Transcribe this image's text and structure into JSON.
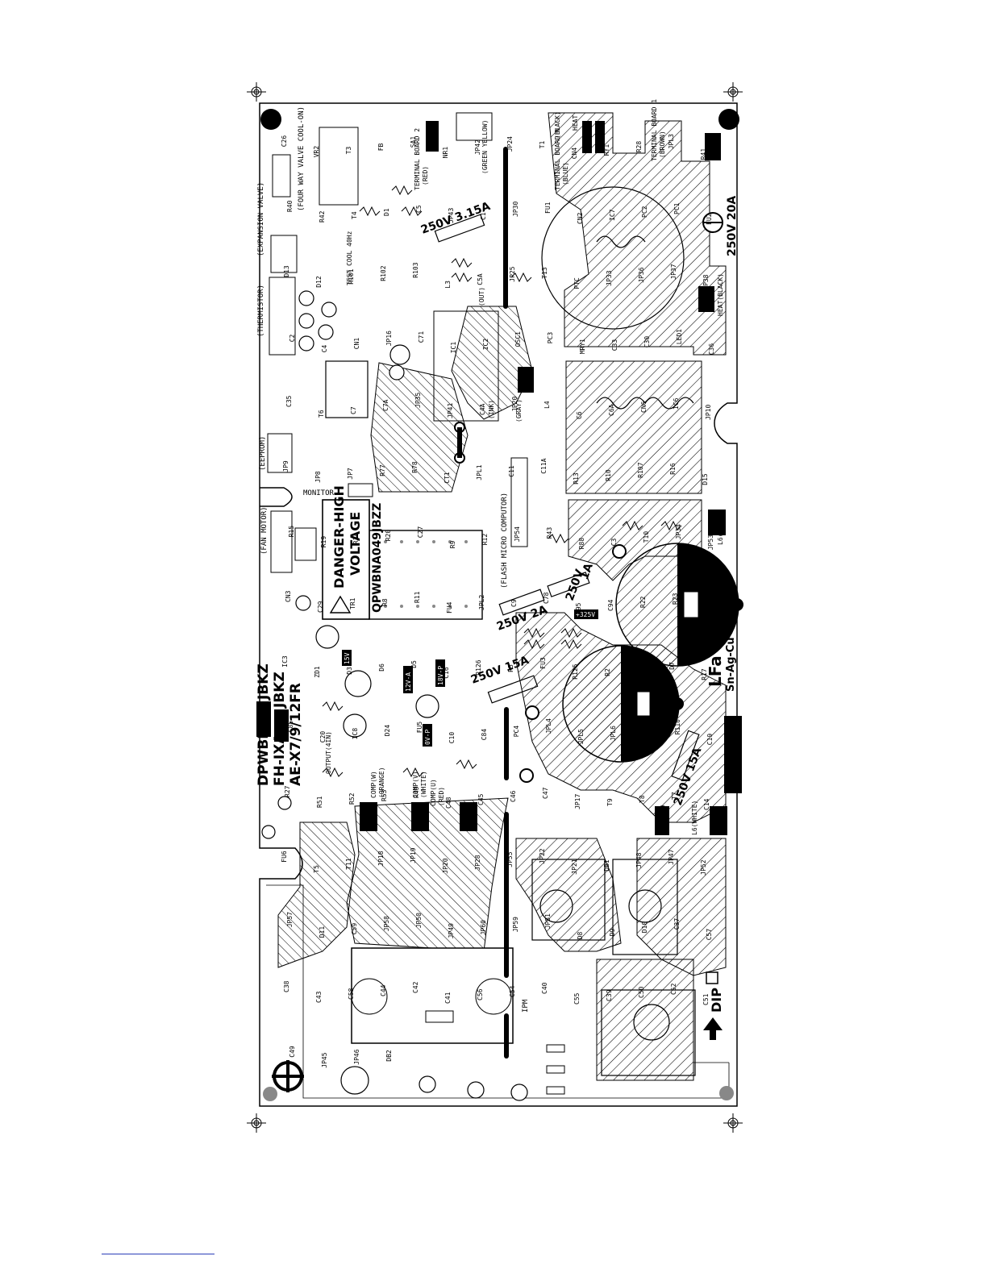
{
  "board": {
    "model_lines": [
      "DPWBFA",
      "FH-IXA",
      "AE-X7/9/12FR"
    ],
    "part_suffixes": [
      "JBKZ",
      "JBKZ"
    ],
    "part_number": "QPWBNA049JBZZ",
    "warning_line1": "DANGER-HIGH",
    "warning_line2": "VOLTAGE",
    "lead_free_mark": "LFa",
    "lead_free_alloy": "Sn-Ag-Cu",
    "dip_label": "DIP",
    "ipm_label": "IPM",
    "ratings": {
      "fu1": "250V 20A",
      "fu2": "250V 3.15A",
      "fu3": "250V 2A",
      "fu4a": "250V",
      "fu4b": "1A",
      "fu5": "250V 15A",
      "fu6": "250V 15A"
    },
    "voltage_tags": {
      "v325": "+325V",
      "v18": "18V-P",
      "v12": "12V-A",
      "v0": "0V-P",
      "v15": "15V"
    },
    "connectors": {
      "four_way_valve": "(FOUR WAY VALVE COOL-ON)",
      "expansion_valve": "(EXPANSION VALVE)",
      "thermistor": "(THERMISTOR)",
      "eeprom": "(EEPROM)",
      "fan_motor": "(FAN MOTOR)",
      "monitor": "MONITOR",
      "flash_micro": "(FLASH MICRO COMPUTOR)",
      "test_cool": "TEST COOL 40Hz",
      "output": "OUTPUT(4IN)",
      "comp_w": "COMP(W)",
      "comp_w_color": "(ORANGE)",
      "comp_v": "COMP(V)",
      "comp_v_color": "(WHITE)",
      "comp_u": "COMP(U)",
      "comp_u_color": "(RED)",
      "terminal2": "TERMINAL BOARD 2",
      "terminal2_color": "(RED)",
      "terminal_n": "TERMINAL BOARD N",
      "terminal_n_color": "(BLUE)",
      "terminal1": "TERMINAL BOARD 1",
      "terminal1_color": "(BROWN)",
      "green_yellow": "(GREEN YELLOW)",
      "black": "(BLACK)",
      "heat_top": "HEAT",
      "heat_black": "HEAT(BLACK)",
      "l6_white": "L6(WHITE)",
      "l6_white_b": "L6(WHITE)",
      "l5_gray": "L5(GRAY)",
      "gray": "(GRAY)",
      "ink": "(INK)",
      "out": "(OUT)"
    },
    "components": [
      "C26",
      "VR2",
      "T3",
      "FB",
      "SA1",
      "NR1",
      "JP42",
      "JP24",
      "T1",
      "CN4",
      "RY1",
      "R28",
      "JPL3",
      "R41",
      "R40",
      "R42",
      "T4",
      "D1",
      "C5",
      "JP43",
      "C1",
      "JP30",
      "FU1",
      "CN2",
      "IC7",
      "PC2",
      "PC1",
      "FU2",
      "D13",
      "D12",
      "R101",
      "R102",
      "R103",
      "L3",
      "C5A",
      "JP25",
      "T13",
      "PTC",
      "JP33",
      "JP36",
      "JP37",
      "JP38",
      "C2",
      "C4",
      "CN1",
      "JP16",
      "C71",
      "IC1",
      "IC2",
      "OSC1",
      "PC3",
      "MRY1",
      "C33",
      "C30",
      "LED1",
      "C36",
      "C35",
      "T6",
      "C7",
      "C7A",
      "JP35",
      "JP41",
      "C4A",
      "JP20",
      "L4",
      "C6",
      "C6A",
      "CN6",
      "IC6",
      "JP10",
      "JP9",
      "JP8",
      "JP7",
      "R77",
      "R78",
      "CT1",
      "JPL1",
      "C11",
      "C11A",
      "R13",
      "R10",
      "R107",
      "R16",
      "D15",
      "R15",
      "R19",
      "R14",
      "R20",
      "C27",
      "R9",
      "R12",
      "JP54",
      "R43",
      "R88",
      "C3",
      "T10",
      "JP34",
      "JP53",
      "CN3",
      "C29",
      "TR1",
      "R8",
      "R11",
      "FU4",
      "JPL2",
      "C9",
      "C78",
      "C95",
      "C94",
      "R22",
      "R23",
      "R24",
      "IC3",
      "ZD1",
      "D3",
      "D6",
      "D5",
      "C16",
      "R126",
      "R5",
      "FU3",
      "R125",
      "R2",
      "D14",
      "D7",
      "R17",
      "C85",
      "C20",
      "IC8",
      "D24",
      "FU5",
      "C10",
      "C84",
      "PC4",
      "JPL4",
      "JPL5",
      "JPL6",
      "R111",
      "R110",
      "C19",
      "R27",
      "R51",
      "R52",
      "R53",
      "R49",
      "C48",
      "C45",
      "C46",
      "C47",
      "JP17",
      "T9",
      "T8",
      "T7",
      "C14",
      "FU6",
      "T5",
      "T11",
      "JP18",
      "JP19",
      "JP20",
      "JP28",
      "JP55",
      "JP22",
      "JP21",
      "DB1",
      "JP48",
      "JP47",
      "JP52",
      "JP57",
      "D11",
      "C59",
      "JP58",
      "JP50",
      "JP49",
      "JP60",
      "JP59",
      "JP51",
      "D8",
      "D9",
      "D10",
      "C37",
      "C57",
      "C38",
      "C43",
      "C58",
      "C44",
      "C42",
      "C41",
      "C56",
      "C54",
      "C40",
      "C55",
      "C39",
      "C50",
      "C52",
      "C51",
      "C49",
      "JP45",
      "JP46",
      "DB2"
    ]
  }
}
